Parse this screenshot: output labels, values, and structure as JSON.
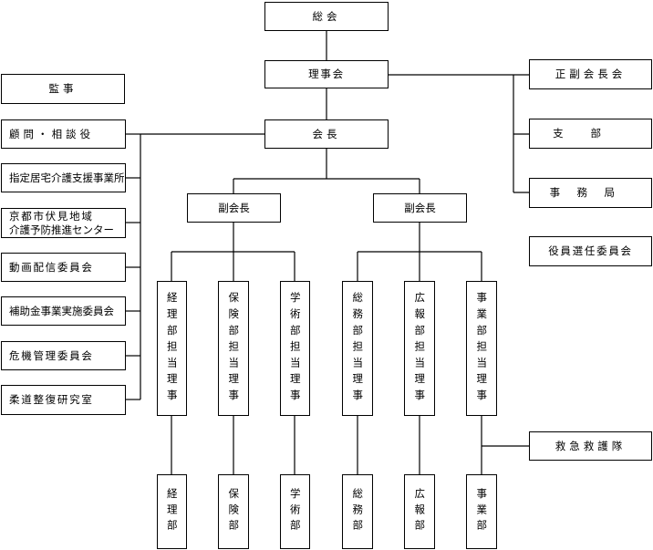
{
  "org": {
    "soukai": "総会",
    "rijikai": "理事会",
    "kaicho": "会長",
    "kansa": "監事",
    "komon": "顧問・相談役",
    "shitei": "指定居宅介護支援事業所",
    "kyoto_line1": "京都市伏見地域",
    "kyoto_line2": "介護予防推進センター",
    "douga": "動画配信委員会",
    "hojokin": "補助金事業実施委員会",
    "kiki": "危機管理委員会",
    "judo": "柔道整復研究室",
    "fuku_kaicho_kai": "正副会長会",
    "shibu": "支部",
    "jimukyoku": "事務局",
    "yakuin": "役員選任委員会",
    "fuku_kaicho_left": "副会長",
    "fuku_kaicho_right": "副会長",
    "keiri_tanto": "経理部担当理事",
    "hoken_tanto": "保険部担当理事",
    "gakujutsu_tanto": "学術部担当理事",
    "somu_tanto": "総務部担当理事",
    "koho_tanto": "広報部担当理事",
    "jigyo_tanto": "事業部担当理事",
    "kyukyu": "救急救護隊",
    "keiri_bu": "経理部",
    "hoken_bu": "保険部",
    "gakujutsu_bu": "学術部",
    "somu_bu": "総務部",
    "koho_bu": "広報部",
    "jigyo_bu": "事業部"
  }
}
